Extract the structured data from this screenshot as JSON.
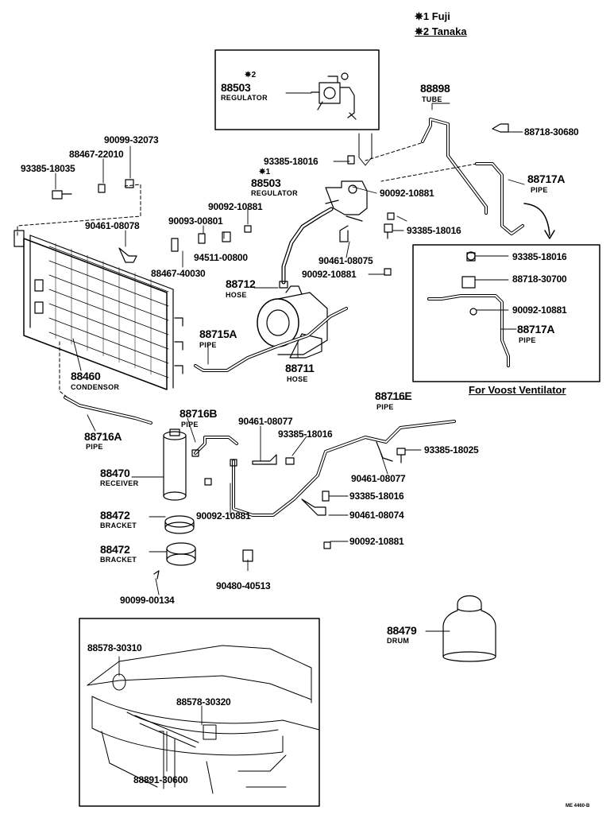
{
  "notes": {
    "fuji": "✵1 Fuji",
    "tanaka": "✵2 Tanaka"
  },
  "inset": {
    "star": "✵2",
    "regulator_no": "88503",
    "regulator_cap": "REGULATOR"
  },
  "ventilator_label": "For Voost Ventilator",
  "sheet_code": "ME 4460-B",
  "parts": {
    "p88898": "88898",
    "tube": "TUBE",
    "p88718_30680": "88718-30680",
    "p90099_32073": "90099-32073",
    "p88467_22010": "88467-22010",
    "p93385_18035": "93385-18035",
    "p93385_18016a": "93385-18016",
    "star1": "✵1",
    "p88503": "88503",
    "regulator": "REGULATOR",
    "p90092_10881a": "90092-10881",
    "p88717A_a": "88717A",
    "pipe_a": "PIPE",
    "p90092_10881b": "90092-10881",
    "p90093_00801": "90093-00801",
    "p90461_08078": "90461-08078",
    "p93385_18016b": "93385-18016",
    "p94511_00800": "94511-00800",
    "p88467_40030": "88467-40030",
    "p90461_08075": "90461-08075",
    "p90092_10881c": "90092-10881",
    "p88712": "88712",
    "hose_a": "HOSE",
    "p93385_18016c": "93385-18016",
    "p88718_30700": "88718-30700",
    "p90092_10881d": "90092-10881",
    "p88717A_b": "88717A",
    "pipe_b": "PIPE",
    "p88715A": "88715A",
    "pipe_c": "PIPE",
    "p88711": "88711",
    "hose_b": "HOSE",
    "p88460": "88460",
    "condensor": "CONDENSOR",
    "p88716E": "88716E",
    "pipe_e": "PIPE",
    "p88716B": "88716B",
    "pipe_f": "PIPE",
    "p90461_08077a": "90461-08077",
    "p93385_18016d": "93385-18016",
    "p93385_18025": "93385-18025",
    "p88716A": "88716A",
    "pipe_g": "PIPE",
    "p88470": "88470",
    "receiver": "RECEIVER",
    "p90461_08077b": "90461-08077",
    "p93385_18016e": "93385-18016",
    "p88472a": "88472",
    "bracket_a": "BRACKET",
    "p90092_10881e": "90092-10881",
    "p90461_08074": "90461-08074",
    "p90092_10881f": "90092-10881",
    "p88472b": "88472",
    "bracket_b": "BRACKET",
    "p90480_40513": "90480-40513",
    "p90099_00134": "90099-00134",
    "p88479": "88479",
    "drum": "DRUM",
    "p88578_30310": "88578-30310",
    "p88578_30320": "88578-30320",
    "p88891_30600": "88891-30600"
  }
}
